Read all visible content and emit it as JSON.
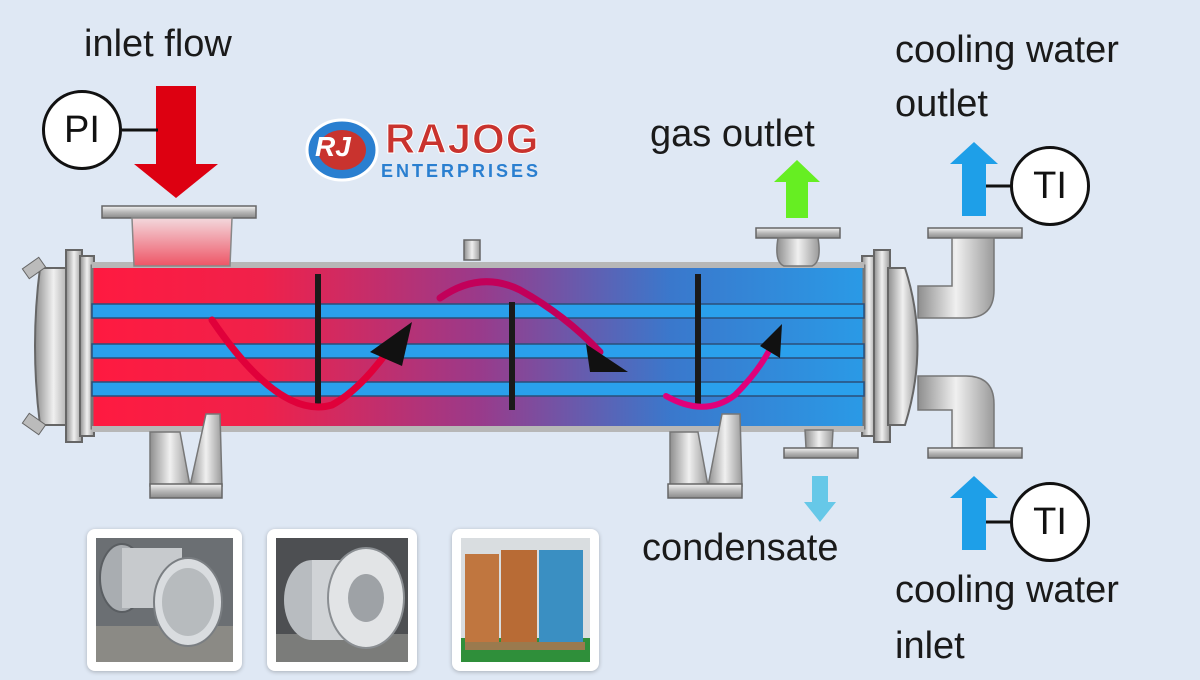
{
  "labels": {
    "inlet_flow": "inlet flow",
    "gas_outlet": "gas outlet",
    "cooling_water_outlet_line1": "cooling water",
    "cooling_water_outlet_line2": "outlet",
    "condensate": "condensate",
    "cooling_water_inlet_line1": "cooling water",
    "cooling_water_inlet_line2": "inlet"
  },
  "instruments": {
    "pressure_indicator": "PI",
    "temp_indicator_outlet": "TI",
    "temp_indicator_inlet": "TI"
  },
  "logo": {
    "mark": "RJ",
    "name": "RAJOG",
    "tagline": "ENTERPRISES"
  },
  "colors": {
    "hot_side": "#ff1a40",
    "cold_side": "#2aa0ec",
    "inlet_arrow": "#dd0011",
    "gas_arrow": "#66ee22",
    "water_arrow": "#1e9fe8",
    "condensate_arrow": "#66c8e8",
    "flow_path": "#e0003a"
  }
}
